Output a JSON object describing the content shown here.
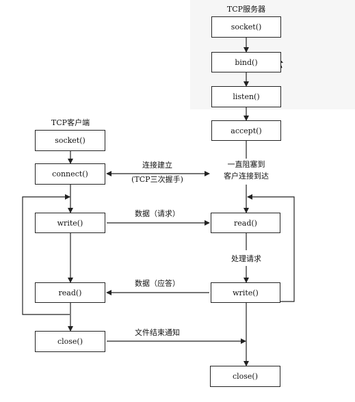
{
  "server": {
    "title": "TCP服务器",
    "socket": "socket()",
    "bind": "bind()",
    "listen": "listen()",
    "accept": "accept()",
    "block_line1": "一直阻塞到",
    "block_line2": "客户连接到达",
    "read": "read()",
    "process": "处理请求",
    "write": "write()",
    "close": "close()"
  },
  "client": {
    "title": "TCP客户端",
    "socket": "socket()",
    "connect": "connect()",
    "write": "write()",
    "read": "read()",
    "close": "close()"
  },
  "arrows": {
    "connect_line1": "连接建立",
    "connect_line2": "(TCP三次握手)",
    "request": "数据（请求）",
    "response": "数据（应答）",
    "eof": "文件结束通知"
  }
}
